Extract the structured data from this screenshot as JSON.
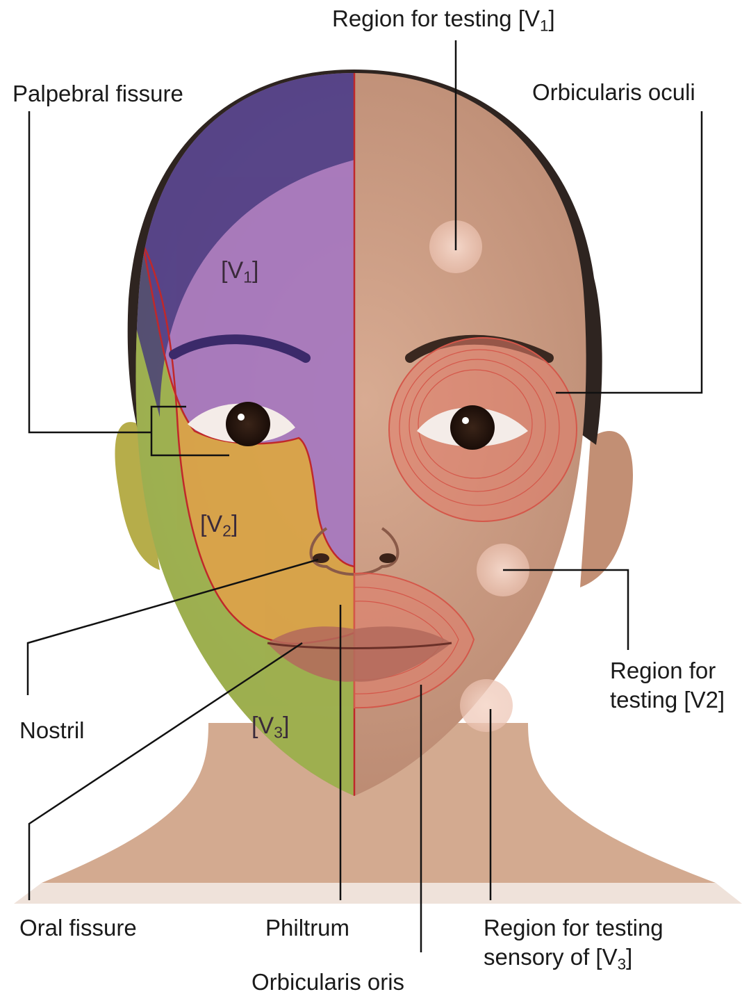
{
  "labels": {
    "region_v1": {
      "prefix": "Region for testing [V",
      "sub": "1",
      "suffix": "]"
    },
    "palpebral_fissure": "Palpebral fissure",
    "orbicularis_oculi": "Orbicularis oculi",
    "nostril": "Nostril",
    "region_v2_line1": "Region for",
    "region_v2_line2": "testing [V2]",
    "oral_fissure": "Oral fissure",
    "philtrum": "Philtrum",
    "region_v3_line1": "Region for testing",
    "region_v3_line2": {
      "prefix": "sensory of [V",
      "sub": "3",
      "suffix": "]"
    },
    "orbicularis_oris": "Orbicularis oris"
  },
  "zones": {
    "v1": {
      "prefix": "[V",
      "sub": "1",
      "suffix": "]"
    },
    "v2": {
      "prefix": "[V",
      "sub": "2",
      "suffix": "]"
    },
    "v3": {
      "prefix": "[V",
      "sub": "3",
      "suffix": "]"
    }
  },
  "colors": {
    "v1_zone": "#a678c0",
    "v2_zone": "#d9a446",
    "v3_zone": "#9bb24c",
    "skin": "#c99a80",
    "hair": "#2e2420",
    "boundary_line": "#c0282a",
    "muscle": "#e27b6a",
    "testing_spot": "#f3d2c4"
  }
}
